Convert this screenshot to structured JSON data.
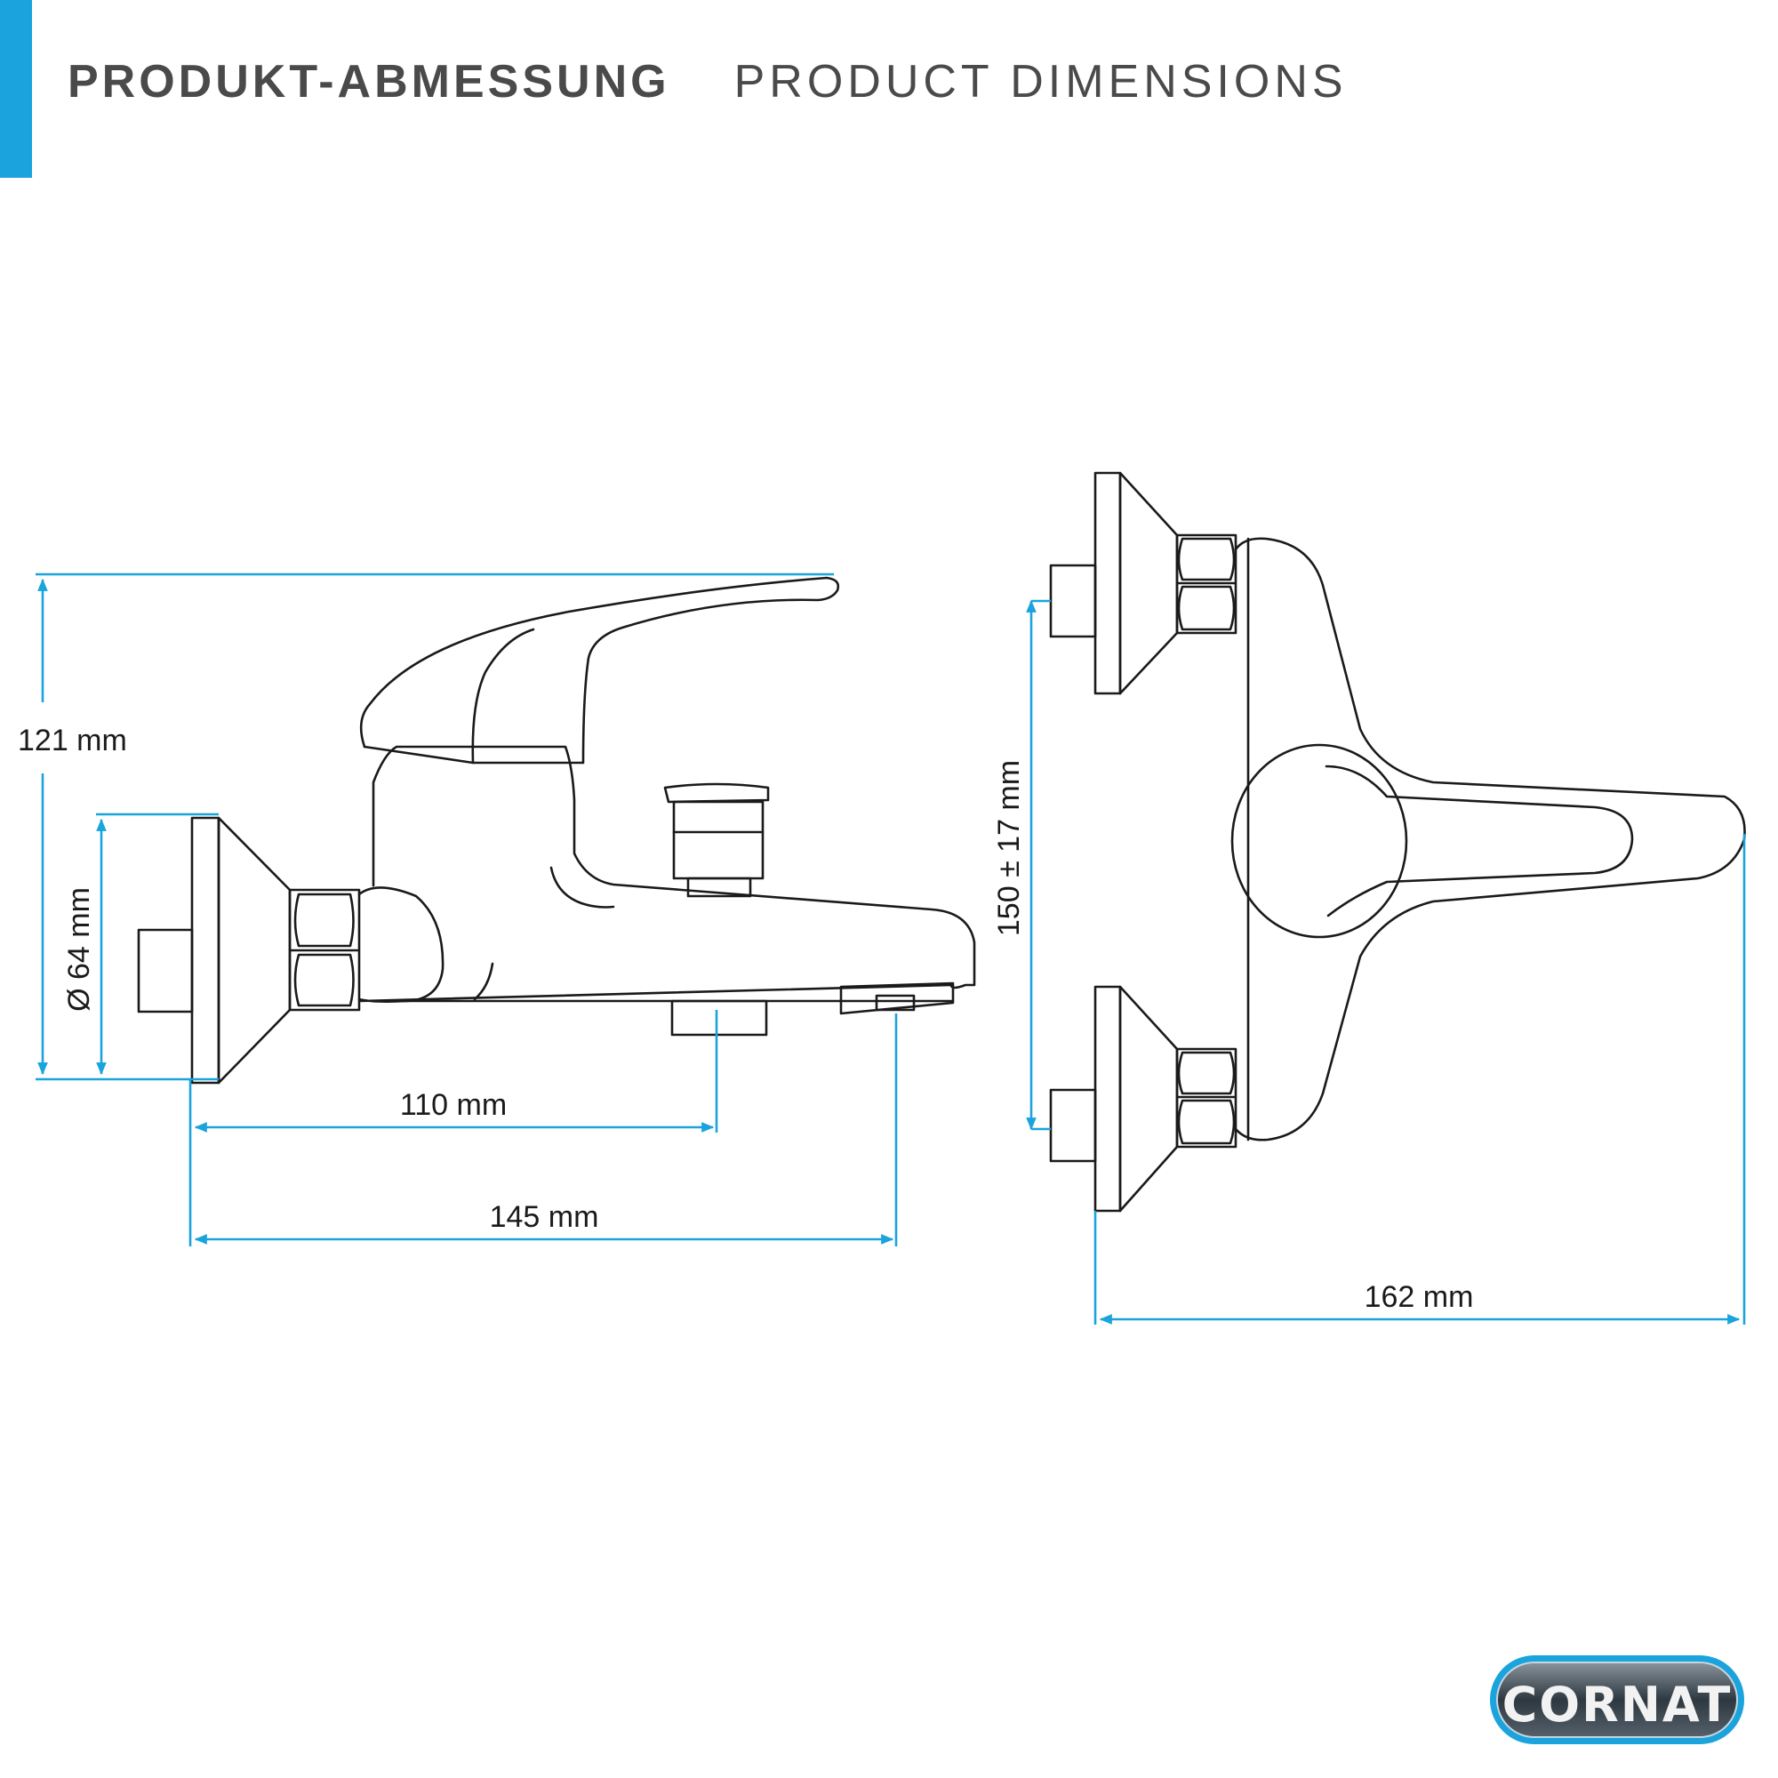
{
  "header": {
    "title_de": "PRODUKT-ABMESSUNG",
    "title_en": "PRODUCT DIMENSIONS"
  },
  "colors": {
    "accent": "#1aa3dc",
    "dimension_line": "#1aa3dc",
    "outline": "#1a1a1a",
    "heading": "#4a4a4a"
  },
  "dimensions": {
    "height_total": "121 mm",
    "rosette_diameter": "Ø 64 mm",
    "depth_to_outlet": "110 mm",
    "depth_total": "145 mm",
    "center_distance": "150 ± 17 mm",
    "width_total": "162 mm"
  },
  "logo": {
    "text": "CORNAT"
  }
}
